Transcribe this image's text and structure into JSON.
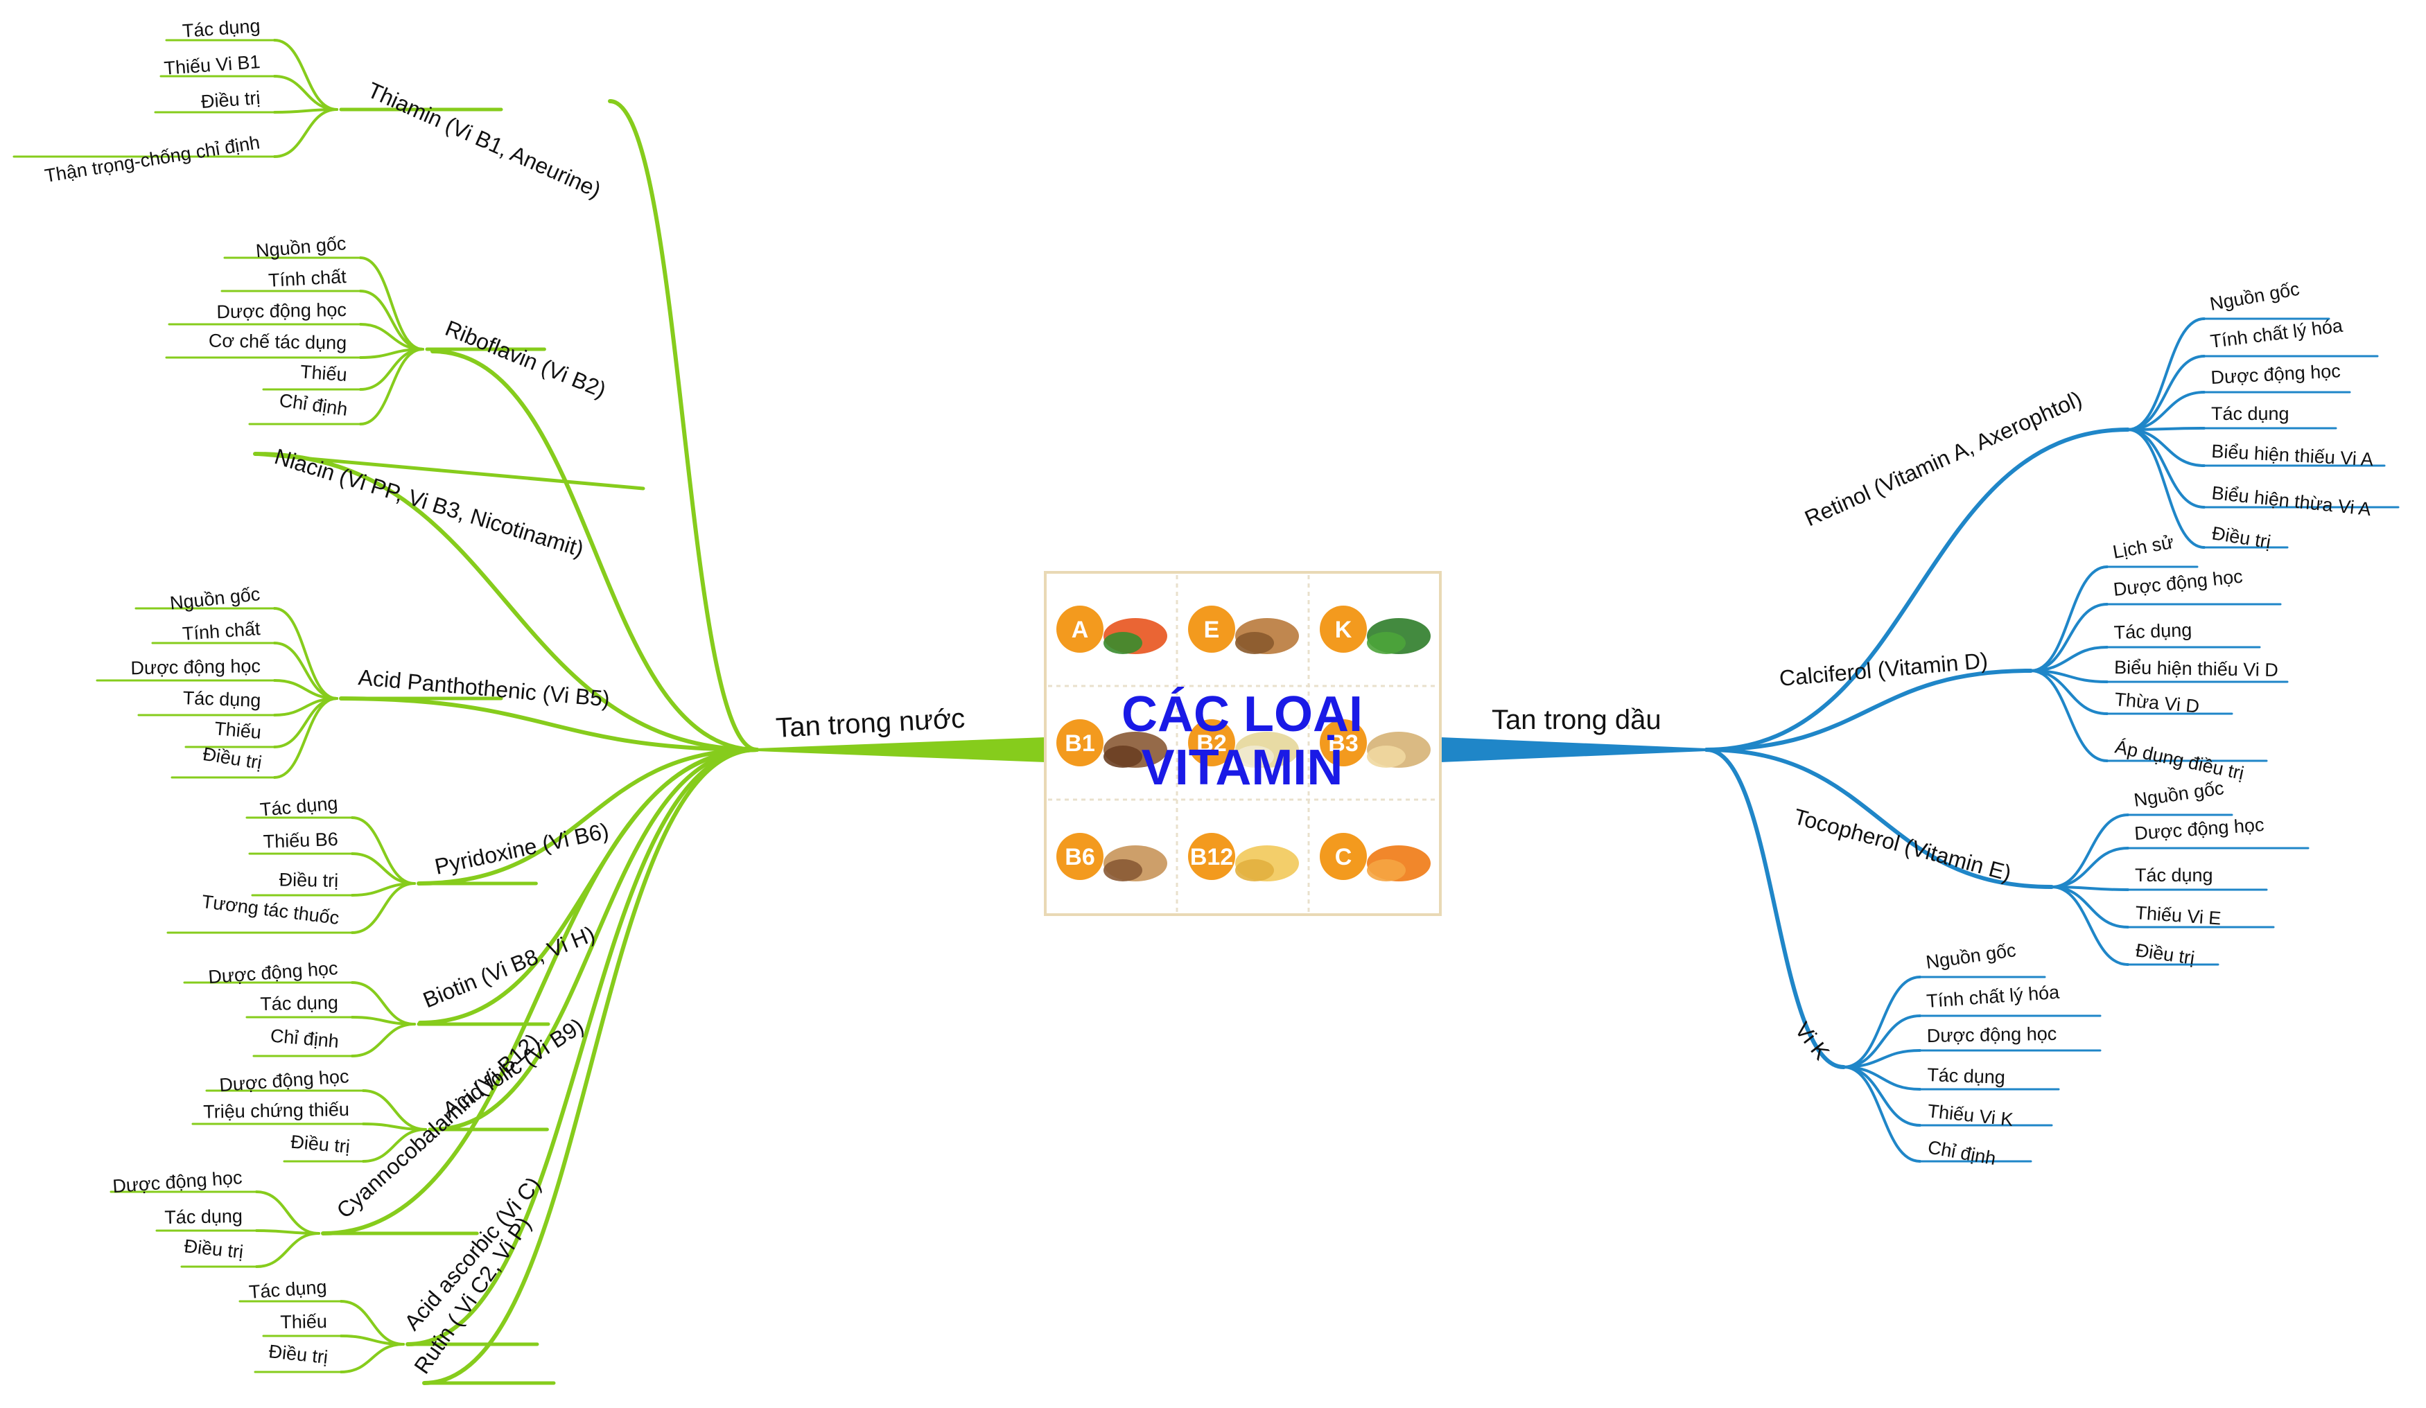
{
  "center": {
    "title_line1": "CÁC LOẠI",
    "title_line2": "VITAMIN",
    "tiles": [
      "A",
      "E",
      "K",
      "B1",
      "B2",
      "B3",
      "B6",
      "B12",
      "C"
    ]
  },
  "colors": {
    "water": "#86cc1c",
    "oil": "#1f86c8",
    "badge": "#f39a1e",
    "frame": "#e9d9b5"
  },
  "water": {
    "label": "Tan trong nước",
    "items": [
      {
        "label": "Thiamin (Vi B1, Aneurine)",
        "children": [
          "Tác dụng",
          "Thiếu Vi B1",
          "Điều trị",
          "Thận trọng-chống chỉ định"
        ]
      },
      {
        "label": "Riboflavin (Vi B2)",
        "children": [
          "Nguồn gốc",
          "Tính chất",
          "Dược động học",
          "Cơ chế tác dụng",
          "Thiếu",
          "Chỉ định"
        ]
      },
      {
        "label": "Niacin (Vi PP, Vi B3, Nicotinamit)",
        "children": []
      },
      {
        "label": "Acid Panthothenic (Vi B5)",
        "children": [
          "Nguồn gốc",
          "Tính chất",
          "Dược động học",
          "Tác dụng",
          "Thiếu",
          "Điều trị"
        ]
      },
      {
        "label": "Pyridoxine (Vi B6)",
        "children": [
          "Tác dụng",
          "Thiếu B6",
          "Điều trị",
          "Tương tác thuốc"
        ]
      },
      {
        "label": "Biotin (Vi B8, Vi H)",
        "children": [
          "Dược động học",
          "Tác dụng",
          "Chỉ định"
        ]
      },
      {
        "label": "Acid folic (Vi B9)",
        "children": [
          "Dược động học",
          "Triệu chứng thiếu",
          "Điều trị"
        ]
      },
      {
        "label": "Cyannocobalamin (Vi B12)",
        "children": [
          "Dược động học",
          "Tác dụng",
          "Điều trị"
        ]
      },
      {
        "label": "Acid ascorbic (Vi C)",
        "children": [
          "Tác dụng",
          "Thiếu",
          "Điều trị"
        ]
      },
      {
        "label": "Rutin ( Vi C2, Vi P)",
        "children": []
      }
    ]
  },
  "oil": {
    "label": "Tan trong dầu",
    "items": [
      {
        "label": "Retinol (Vitamin A, Axerophtol)",
        "children": [
          "Nguồn gốc",
          "Tính chất lý hóa",
          "Dược động học",
          "Tác dụng",
          "Biểu hiện thiếu Vi A",
          "Biểu hiện thừa Vi A",
          "Điều trị"
        ]
      },
      {
        "label": "Calciferol (Vitamin D)",
        "children": [
          "Lịch sử",
          "Dược động học",
          "Tác dụng",
          "Biểu hiện thiếu Vi D",
          "Thừa Vi D",
          "Áp dụng điều trị"
        ]
      },
      {
        "label": "Tocopherol (Vitamin E)",
        "children": [
          "Nguồn gốc",
          "Dược động học",
          "Tác dụng",
          "Thiếu Vi E",
          "Điều trị"
        ]
      },
      {
        "label": "Vi K",
        "children": [
          "Nguồn gốc",
          "Tính chất lý hóa",
          "Dược động học",
          "Tác dụng",
          "Thiếu Vi K",
          "Chỉ định"
        ]
      }
    ]
  }
}
